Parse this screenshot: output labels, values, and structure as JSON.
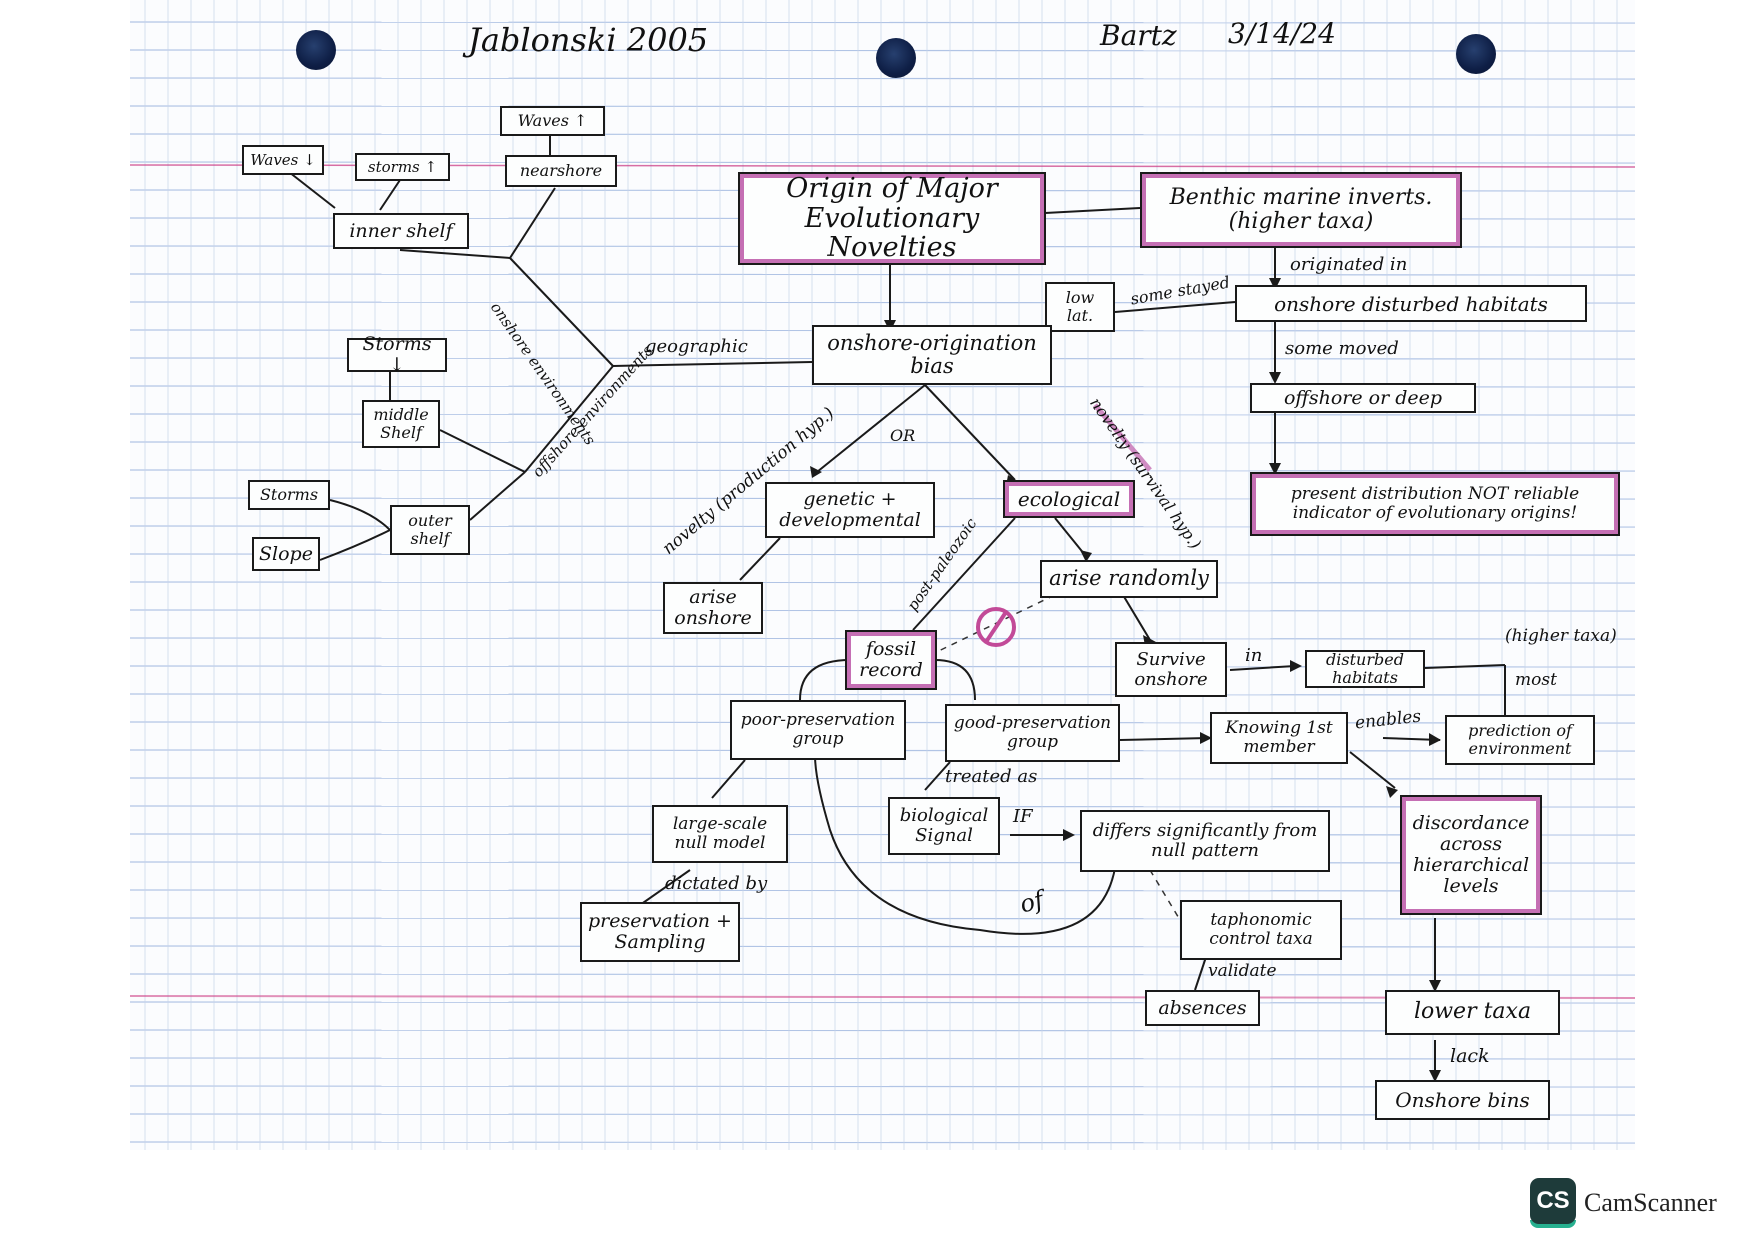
{
  "header": {
    "title": "Jablonski 2005",
    "author": "Bartz",
    "date": "3/14/24"
  },
  "nodes": {
    "waves_up": "Waves ↑",
    "waves_down": "Waves ↓",
    "storms_up": "storms ↑",
    "nearshore": "nearshore",
    "inner_shelf": "inner shelf",
    "storms_down": "Storms ↓",
    "middle_shelf": "middle Shelf",
    "storms": "Storms",
    "outer_shelf": "outer shelf",
    "slope": "Slope",
    "origin": "Origin of Major Evolutionary Novelties",
    "benthic": "Benthic marine inverts. (higher taxa)",
    "low_lat": "low lat.",
    "onshore_disturbed": "onshore disturbed habitats",
    "offshore_deep": "offshore or deep",
    "present_distribution": "present distribution NOT reliable indicator of evolutionary origins!",
    "onshore_origination_bias": "onshore-origination bias",
    "genetic_developmental": "genetic + developmental",
    "ecological": "ecological",
    "arise_onshore": "arise onshore",
    "arise_randomly": "arise randomly",
    "fossil_record": "fossil record",
    "survive_onshore": "Survive onshore",
    "disturbed_habitats": "disturbed habitats",
    "poor_preservation": "poor-preservation group",
    "good_preservation": "good-preservation group",
    "knowing_first": "Knowing 1st member",
    "prediction": "prediction of environment",
    "large_scale_null": "large-scale null model",
    "biological_signal": "biological Signal",
    "differs": "differs significantly from null pattern",
    "discordance": "discordance across hierarchical levels",
    "preservation_sampling": "preservation + Sampling",
    "taphonomic": "taphonomic control taxa",
    "absences": "absences",
    "lower_taxa": "lower taxa",
    "onshore_bins": "Onshore bins"
  },
  "labels": {
    "onshore_env": "onshore environments",
    "offshore_env": "offshore environments",
    "geographic": "geographic",
    "some_stayed": "some stayed",
    "originated_in": "originated in",
    "some_moved": "some moved",
    "or": "OR",
    "novelty_production": "novelty (production hyp.)",
    "novelty_survival": "novelty (survival hyp.)",
    "post_paleozoic": "post-paleozoic",
    "in": "in",
    "higher_taxa": "(higher taxa)",
    "most": "most",
    "enables": "enables",
    "treated_as": "treated as",
    "if": "IF",
    "of": "of",
    "dictated_by": "dictated by",
    "validate": "validate",
    "lack": "lack"
  },
  "footer": {
    "logo_text": "CS",
    "brand": "CamScanner"
  },
  "colors": {
    "ruled_line": "#9fb7e0",
    "margin_line": "#c9317e",
    "highlight": "#c56fb4",
    "ink": "#111111"
  }
}
